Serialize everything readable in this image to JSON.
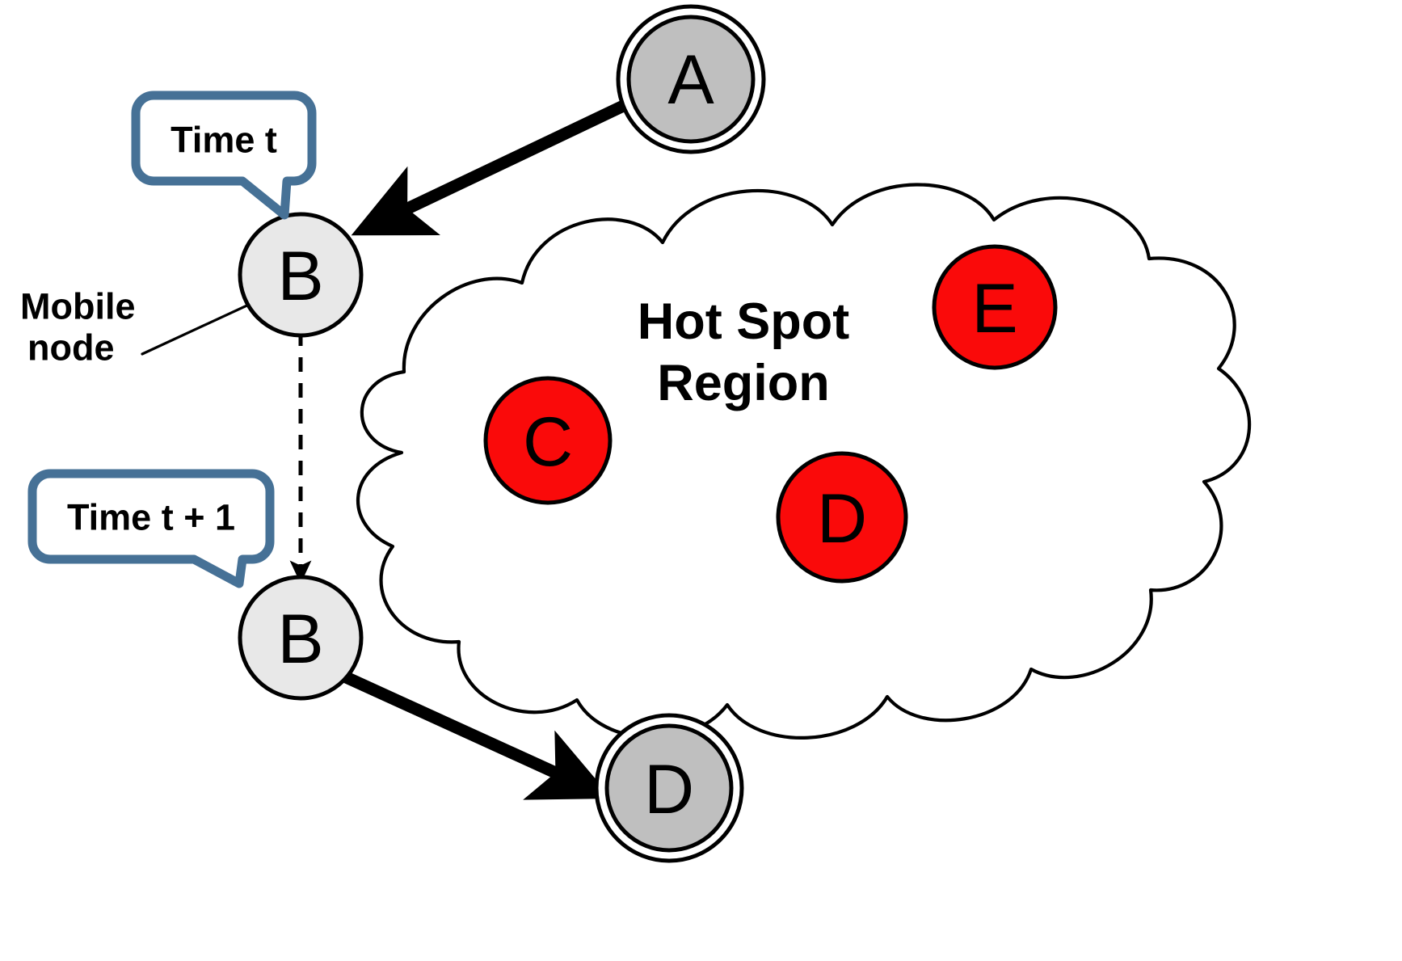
{
  "diagram": {
    "title_region": {
      "line1": "Hot Spot",
      "line2": "Region"
    },
    "annotations": [
      {
        "name": "mobile-node",
        "line1": "Mobile",
        "line2": "node"
      }
    ],
    "callouts": [
      {
        "id": "time-t",
        "label": "Time t"
      },
      {
        "id": "time-t-plus-1",
        "label": "Time t + 1"
      }
    ],
    "nodes": [
      {
        "id": "a",
        "label": "A",
        "kind": "double-ring",
        "fill": "#BFBFBF",
        "stroke": "#000000"
      },
      {
        "id": "b-top",
        "label": "B",
        "kind": "mobile",
        "fill": "#E8E8E8",
        "stroke": "#000000"
      },
      {
        "id": "b-bottom",
        "label": "B",
        "kind": "mobile",
        "fill": "#E8E8E8",
        "stroke": "#000000"
      },
      {
        "id": "c",
        "label": "C",
        "kind": "hotspot",
        "fill": "#FA0A0A",
        "stroke": "#000000"
      },
      {
        "id": "d-hotspot",
        "label": "D",
        "kind": "hotspot",
        "fill": "#FA0A0A",
        "stroke": "#000000"
      },
      {
        "id": "e",
        "label": "E",
        "kind": "hotspot",
        "fill": "#FA0A0A",
        "stroke": "#000000"
      },
      {
        "id": "d-target",
        "label": "D",
        "kind": "double-ring",
        "fill": "#BFBFBF",
        "stroke": "#000000"
      }
    ],
    "edges": [
      {
        "id": "a-to-b-top",
        "from": "A",
        "to": "B",
        "style": "solid-arrow"
      },
      {
        "id": "b-top-to-b-bottom",
        "from": "B",
        "to": "B",
        "style": "dashed-arrow"
      },
      {
        "id": "b-bottom-to-d",
        "from": "B",
        "to": "D",
        "style": "solid-arrow"
      },
      {
        "id": "mobile-node-leader",
        "from": "Mobile node",
        "to": "B",
        "style": "thin-line"
      }
    ],
    "colors": {
      "callout_border": "#467196",
      "hotspot_red": "#FA0A0A",
      "mobile_gray": "#E8E8E8",
      "ring_gray": "#BFBFBF",
      "outline_black": "#000000",
      "background": "#FFFFFF"
    }
  }
}
